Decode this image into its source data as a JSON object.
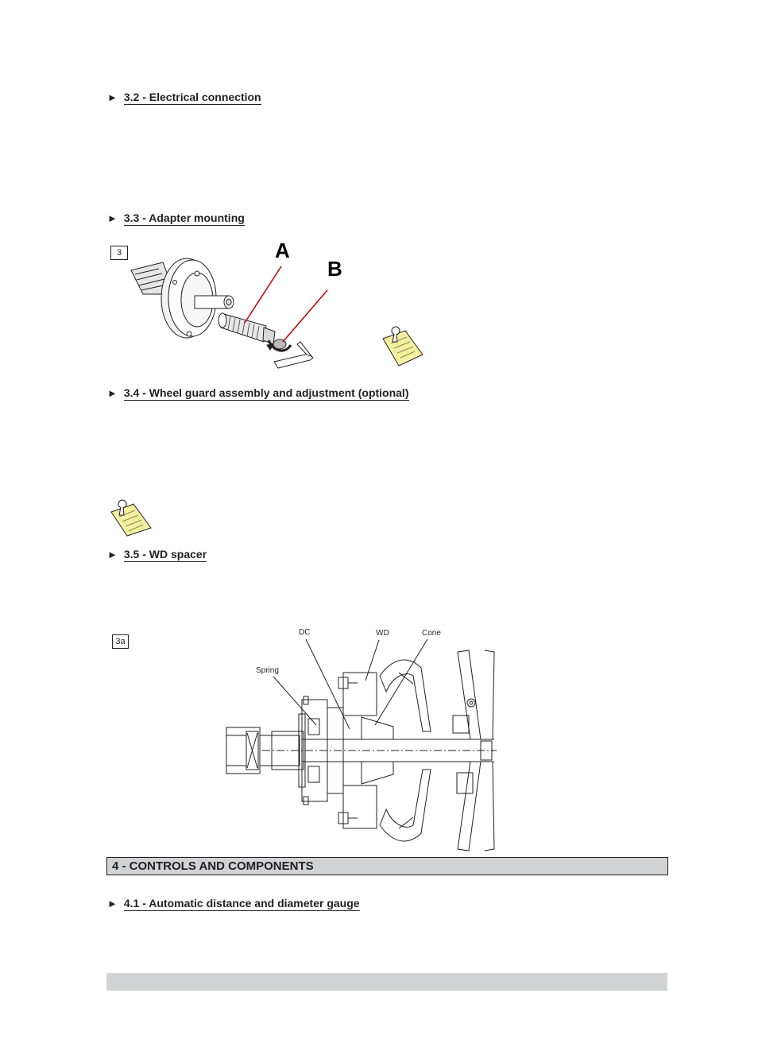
{
  "sections": {
    "s32": {
      "arrow": "►",
      "title": "3.2 - Electrical connection"
    },
    "s33": {
      "arrow": "►",
      "title": "3.3 - Adapter mounting"
    },
    "s34": {
      "arrow": "►",
      "title": "3.4 - Wheel guard assembly and adjustment (optional)"
    },
    "s35": {
      "arrow": "►",
      "title": "3.5 - WD spacer"
    },
    "s41": {
      "arrow": "►",
      "title": "4.1  - Automatic distance and diameter gauge"
    }
  },
  "figures": {
    "fig3": {
      "number": "3",
      "label_a": "A",
      "label_b": "B"
    },
    "fig3a": {
      "number": "3a",
      "label_dc": "DC",
      "label_wd": "WD",
      "label_cone": "Cone",
      "label_spring": "Spring"
    }
  },
  "chapter": {
    "title": "4 - CONTROLS AND COMPONENTS"
  },
  "icons": {
    "note": "note-icon"
  },
  "colors": {
    "bar": "#d1d2d4",
    "leader_red": "#c00000",
    "note_yellow": "#f3f0a0"
  }
}
